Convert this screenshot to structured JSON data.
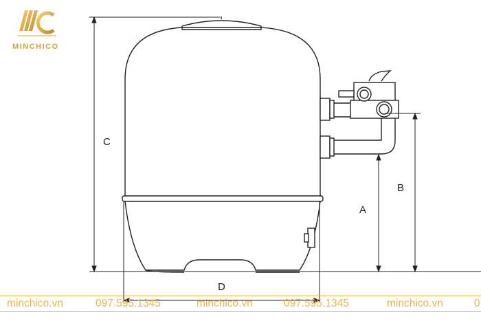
{
  "brand": {
    "name": "MINCHICO",
    "color": "#d9a13a"
  },
  "diagram": {
    "labels": {
      "A": "A",
      "B": "B",
      "C": "C",
      "D": "D"
    },
    "line_color": "#222222"
  },
  "footer": {
    "items": [
      "minchico.vn",
      "097.595.1345",
      "minchico.vn",
      "097.595.1345",
      "minchico.vn",
      "0"
    ],
    "color": "#f0b24a"
  }
}
